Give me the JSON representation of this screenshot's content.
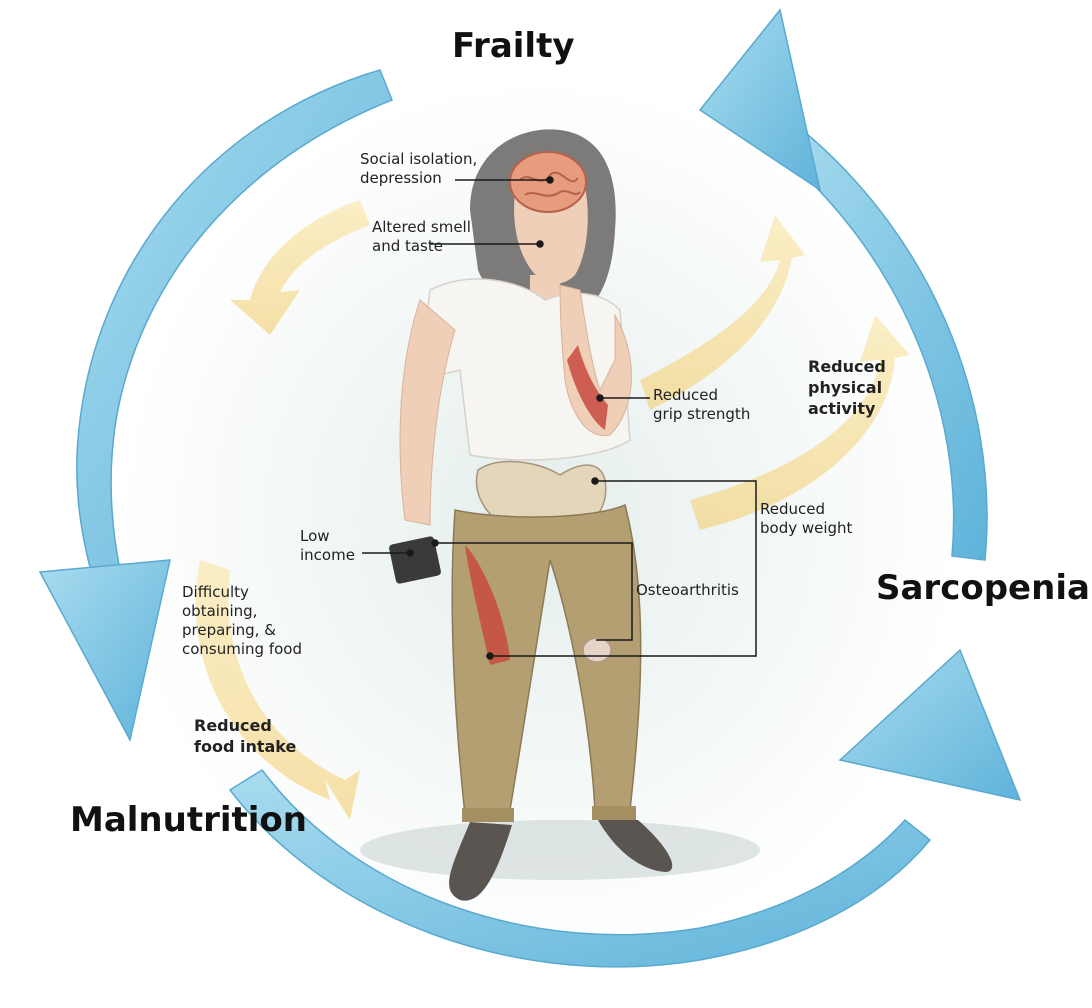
{
  "cycle": {
    "frailty": "Frailty",
    "sarcopenia": "Sarcopenia",
    "malnutrition": "Malnutrition"
  },
  "drivers": {
    "reduced_physical_activity": "Reduced\nphysical\nactivity",
    "reduced_food_intake": "Reduced\nfood intake",
    "difficulty_food": "Difficulty\nobtaining,\npreparing, &\nconsuming food"
  },
  "callouts": {
    "social_isolation": "Social isolation,\ndepression",
    "altered_smell": "Altered smell\nand taste",
    "grip_strength": "Reduced\ngrip strength",
    "body_weight": "Reduced\nbody weight",
    "low_income": "Low\nincome",
    "osteoarthritis": "Osteoarthritis"
  },
  "colors": {
    "blue_arrow": "#7cc3e3",
    "yellow_arrow": "#f6dc8e",
    "pants": "#b49f73",
    "shirt": "#f7f5f2",
    "muscle": "#c84a3e"
  }
}
